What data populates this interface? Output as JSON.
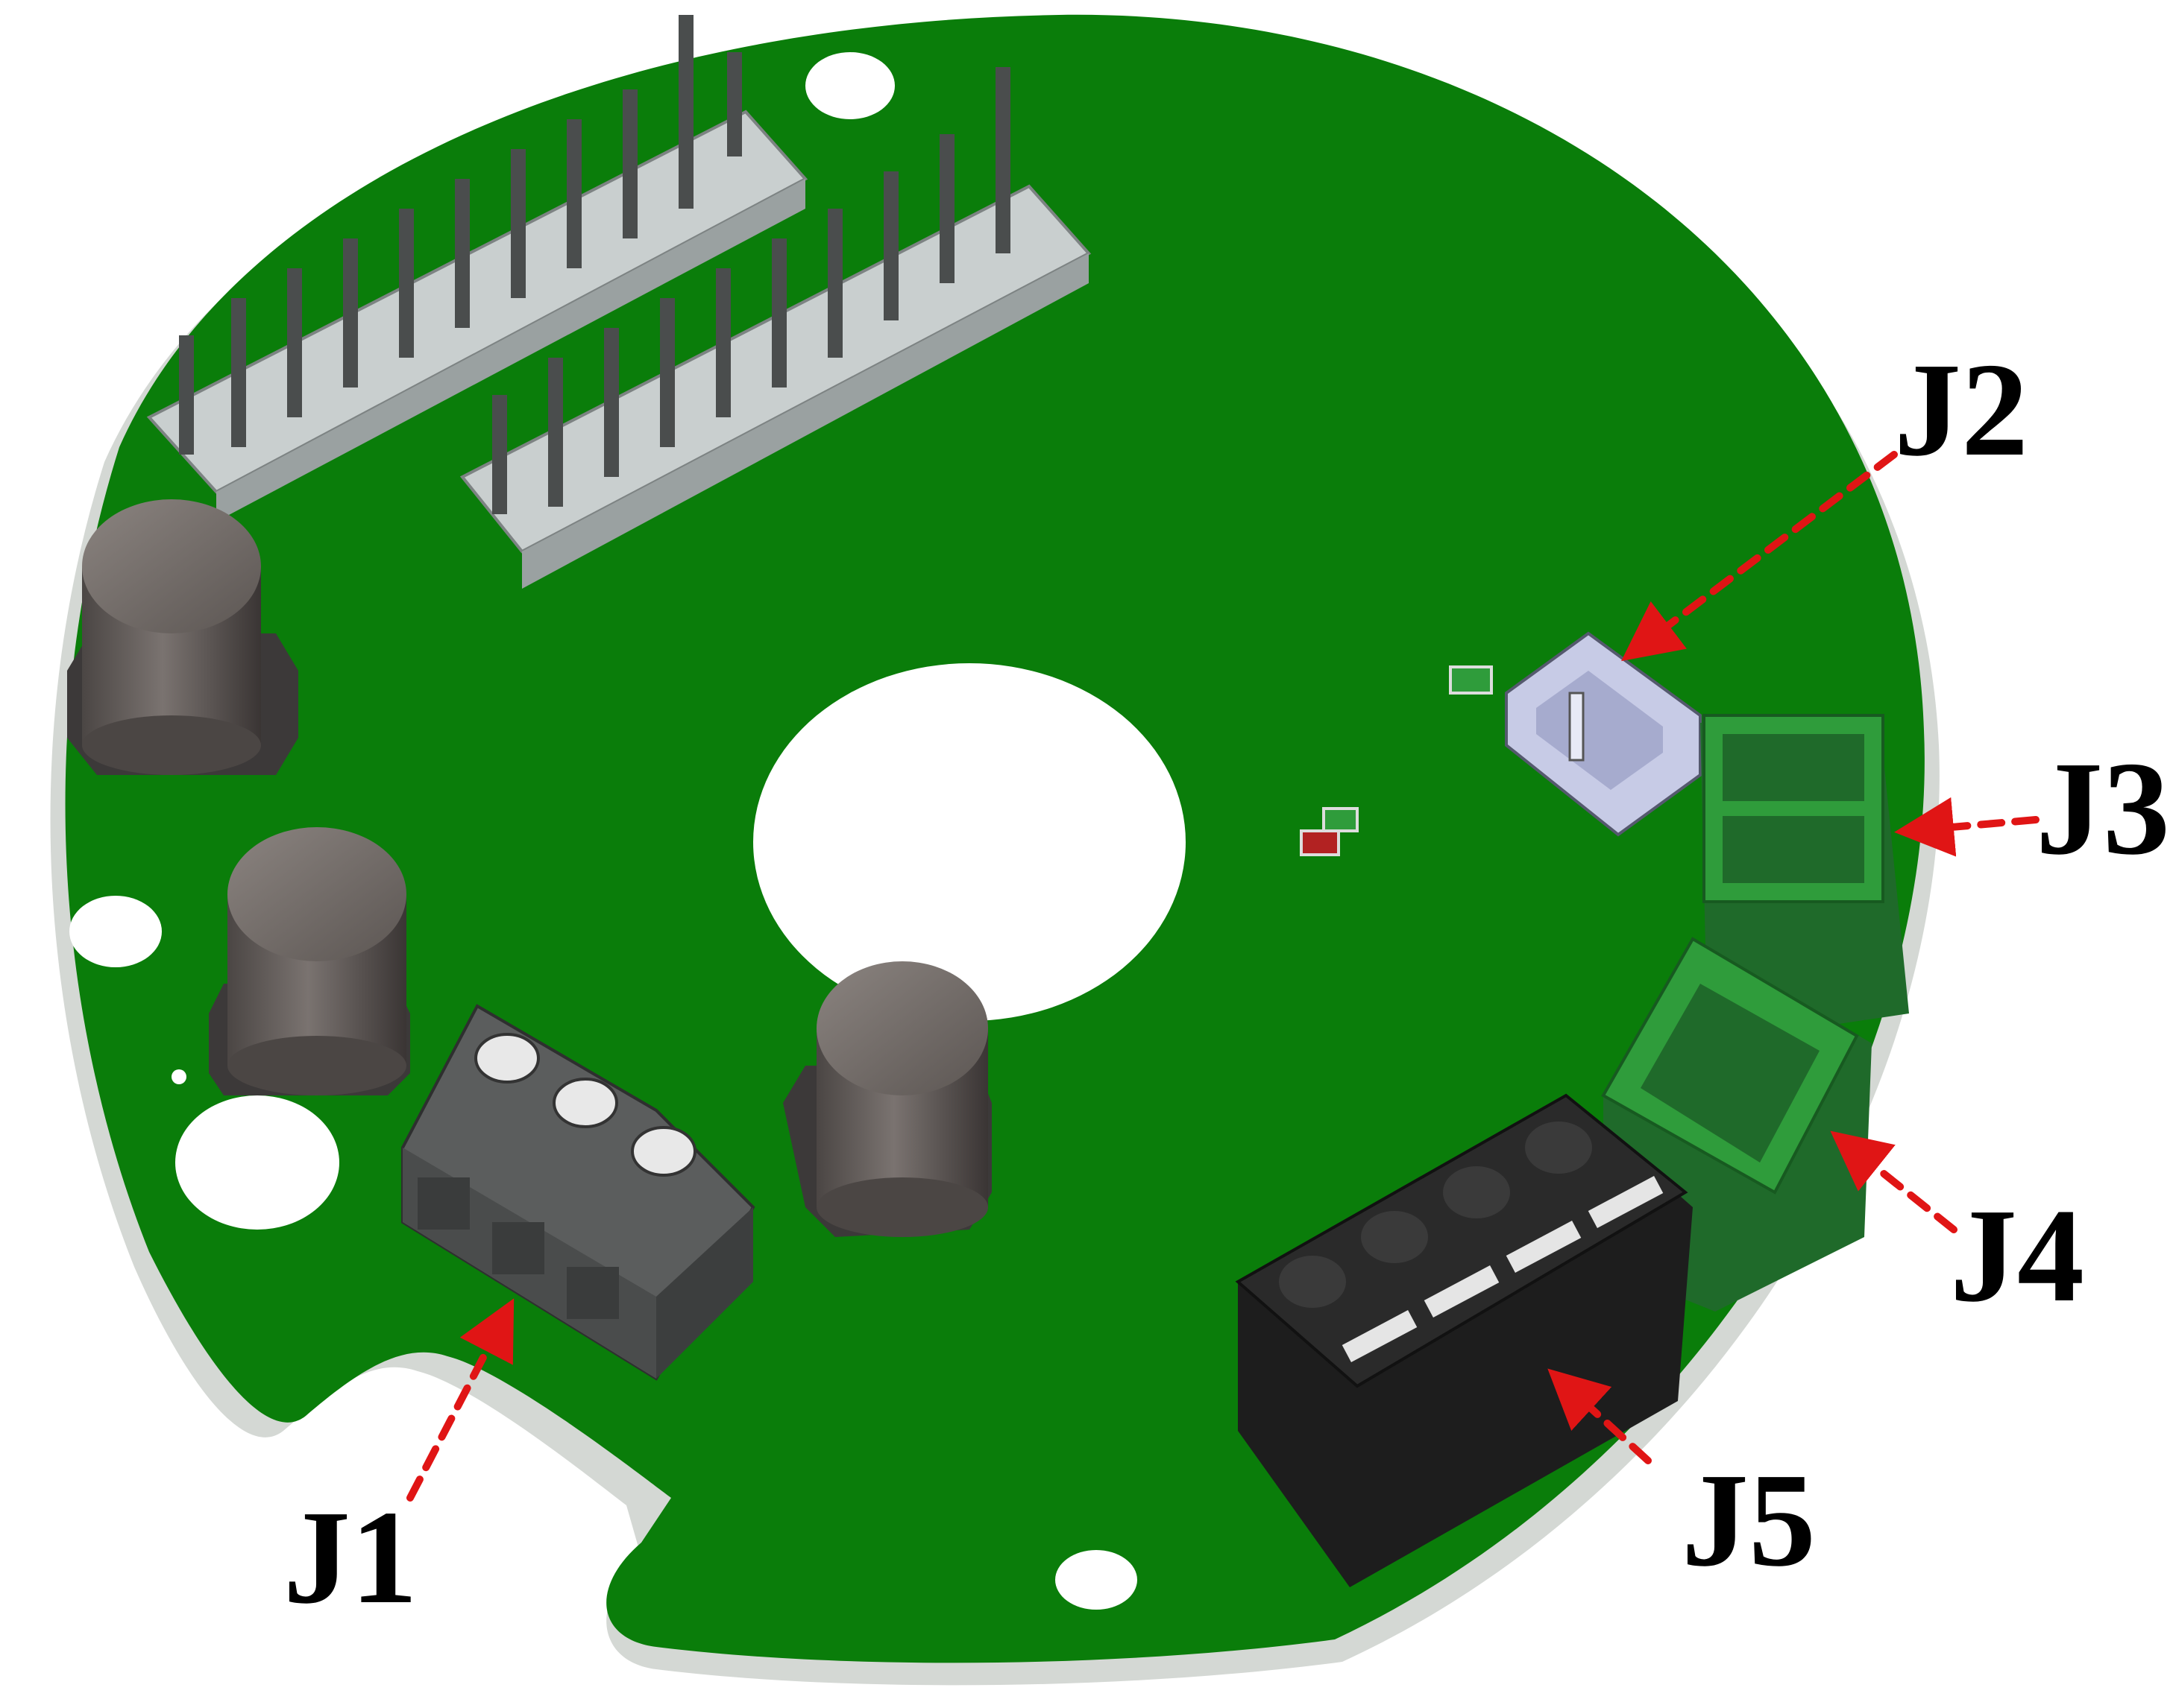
{
  "colors": {
    "background": "#ffffff",
    "pcb": "#0a7d0a",
    "pcb_edge": "#d4d8d4",
    "pin_housing": "#c9cfcf",
    "pin": "#4a4d4d",
    "capacitor": "#5e5855",
    "capacitor_base": "#3c3939",
    "terminal_gray": "#5b5d5d",
    "jst_white": "#c7cbe6",
    "green_connector": "#2f9c3b",
    "green_connector_dark": "#1f6a2a",
    "black_connector": "#1d1d1d",
    "arrow": "#e01515",
    "label_text": "#000000"
  },
  "icons": {
    "arrow": "dashed-red-arrow"
  },
  "labels": {
    "j1": "J1",
    "j2": "J2",
    "j3": "J3",
    "j4": "J4",
    "j5": "J5"
  }
}
